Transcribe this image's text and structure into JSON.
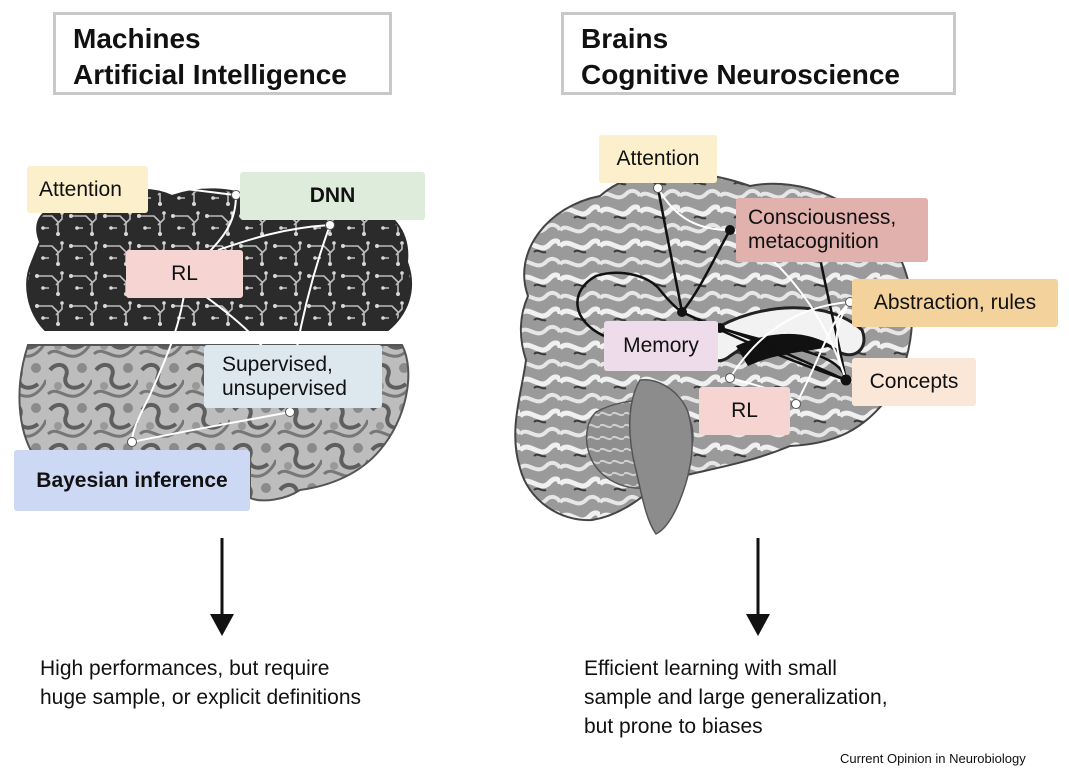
{
  "left_panel": {
    "title_line1": "Machines",
    "title_line2": "Artificial Intelligence",
    "labels": {
      "attention": "Attention",
      "dnn": "DNN",
      "rl": "RL",
      "supervised_line1": "Supervised,",
      "supervised_line2": "unsupervised",
      "bayesian": "Bayesian inference"
    },
    "caption_line1": "High performances, but require",
    "caption_line2": "huge sample, or explicit definitions",
    "colors": {
      "attention": "#fcefcc",
      "dnn": "#deecdc",
      "rl": "#f6d4d2",
      "supervised": "#dde7ee",
      "bayesian": "#cdd9f4"
    }
  },
  "right_panel": {
    "title_line1": "Brains",
    "title_line2": "Cognitive Neuroscience",
    "labels": {
      "attention": "Attention",
      "consciousness_line1": "Consciousness,",
      "consciousness_line2": "metacognition",
      "abstraction": "Abstraction, rules",
      "memory": "Memory",
      "concepts": "Concepts",
      "rl": "RL"
    },
    "caption_line1": "Efficient learning with small",
    "caption_line2": "sample and large generalization,",
    "caption_line3": "but prone to biases",
    "colors": {
      "attention": "#fcefcc",
      "consciousness": "#e0b1ad",
      "abstraction": "#f3d29b",
      "memory": "#eedcea",
      "concepts": "#fbe7d8",
      "rl": "#f6d4d2"
    }
  },
  "credit": "Current Opinion in Neurobiology"
}
